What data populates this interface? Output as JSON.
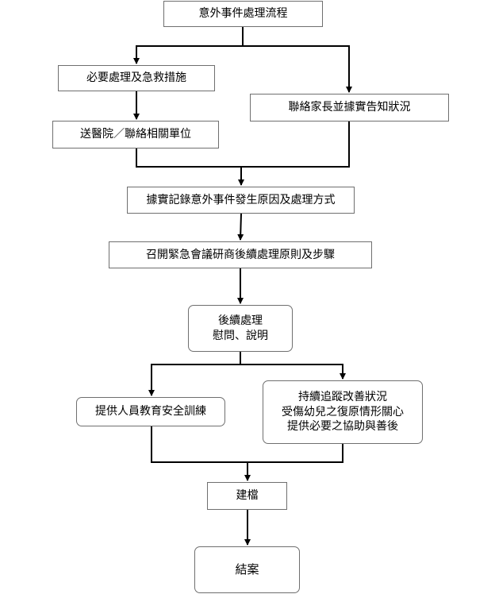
{
  "nodes": {
    "start": {
      "lines": [
        "意外事件處理流程"
      ]
    },
    "first_aid": {
      "lines": [
        "必要處理及急救措施"
      ]
    },
    "notify_parents": {
      "lines": [
        "聯絡家長並據實告知狀況"
      ]
    },
    "hospital": {
      "lines": [
        "送醫院／聯絡相關單位"
      ]
    },
    "record": {
      "lines": [
        "據實記錄意外事件發生原因及處理方式"
      ]
    },
    "meeting": {
      "lines": [
        "召開緊急會議研商後續處理原則及步驟"
      ]
    },
    "followup": {
      "lines": [
        "後續處理",
        "慰問、說明"
      ]
    },
    "training": {
      "lines": [
        "提供人員教育安全訓練"
      ]
    },
    "tracking": {
      "lines": [
        "持續追蹤改善狀況",
        "受傷幼兒之復原情形關心",
        "提供必要之協助與善後"
      ]
    },
    "archive": {
      "lines": [
        "建檔"
      ]
    },
    "end": {
      "lines": [
        "結案"
      ]
    }
  },
  "colors": {
    "line": "#000000",
    "border": "#6f6f6f"
  }
}
